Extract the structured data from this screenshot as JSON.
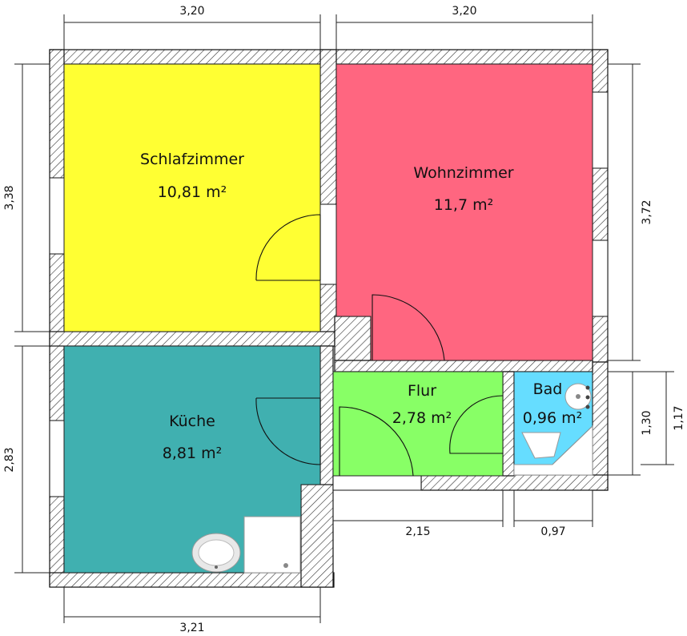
{
  "rooms": {
    "schlafzimmer": {
      "name": "Schlafzimmer",
      "area": "10,81 m²",
      "color": "#ffff33"
    },
    "wohnzimmer": {
      "name": "Wohnzimmer",
      "area": "11,7 m²",
      "color": "#ff6680"
    },
    "kueche": {
      "name": "Küche",
      "area": "8,81 m²",
      "color": "#40b0b0"
    },
    "flur": {
      "name": "Flur",
      "area": "2,78 m²",
      "color": "#88ff66"
    },
    "bad": {
      "name": "Bad",
      "area": "0,96 m²",
      "color": "#66ddff"
    }
  },
  "dimensions": {
    "top_left": "3,20",
    "top_right": "3,20",
    "left_upper": "3,38",
    "left_lower": "2,83",
    "right_upper": "3,72",
    "right_lower_a": "1,30",
    "right_lower_b": "1,17",
    "bottom_left": "3,21",
    "bottom_mid": "2,15",
    "bottom_right": "0,97"
  },
  "fixtures": [
    "sink-icon",
    "stove-icon",
    "bath-sink-icon"
  ]
}
